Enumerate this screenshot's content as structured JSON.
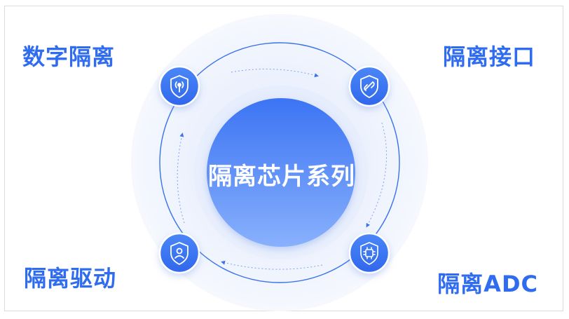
{
  "center": {
    "title": "隔离芯片系列"
  },
  "corners": {
    "top_left": "数字隔离",
    "top_right": "隔离接口",
    "bottom_left": "隔离驱动",
    "bottom_right": "隔离ADC"
  },
  "nodes": [
    {
      "id": "digital-isolation",
      "icon": "shield-signal-icon"
    },
    {
      "id": "isolation-interface",
      "icon": "shield-link-icon"
    },
    {
      "id": "isolation-driver",
      "icon": "shield-user-icon"
    },
    {
      "id": "isolation-adc",
      "icon": "shield-chip-icon"
    }
  ],
  "colors": {
    "accent": "#2f6cf0",
    "node_fill": "#3d7bf2",
    "center_top": "#3d77f5",
    "center_bottom": "#86aefc",
    "halo": "#eef3fd",
    "ring": "#3a72ee"
  }
}
